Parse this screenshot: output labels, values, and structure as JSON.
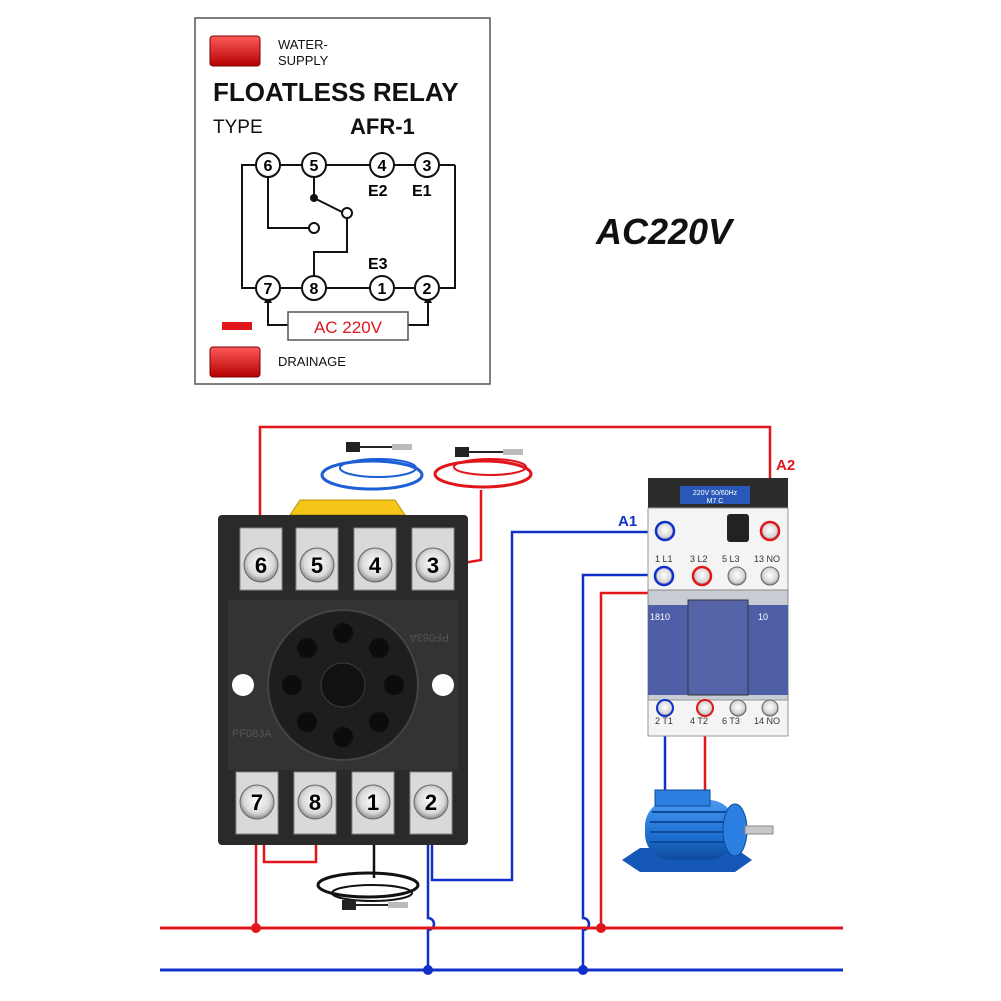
{
  "legend": {
    "water_supply": "WATER-\nSUPPLY",
    "water_supply_line1": "WATER-",
    "water_supply_line2": "SUPPLY",
    "title": "FLOATLESS RELAY",
    "type_label": "TYPE",
    "type_value": "AFR-1",
    "pins_top": [
      "6",
      "5",
      "4",
      "3"
    ],
    "pins_bottom": [
      "7",
      "8",
      "1",
      "2"
    ],
    "electrodes": {
      "e2": "E2",
      "e1": "E1",
      "e3": "E3"
    },
    "supply_box": "AC 220V",
    "drainage": "DRAINAGE"
  },
  "voltage_title": "AC220V",
  "relay_base": {
    "top_terminals": [
      "6",
      "5",
      "4",
      "3"
    ],
    "bottom_terminals": [
      "7",
      "8",
      "1",
      "2"
    ],
    "model_text": "PF083A"
  },
  "contactor": {
    "label_a1": "A1",
    "label_a2": "A2",
    "nameplate_line1": "220V 50/60Hz",
    "nameplate_line2": "M7      C",
    "top_terminals": [
      "1 L1",
      "3 L2",
      "5 L3",
      "13 NO"
    ],
    "bottom_terminals": [
      "2 T1",
      "4 T2",
      "6 T3",
      "14 NO"
    ],
    "model": "1810",
    "aux": "10"
  },
  "colors": {
    "red_wire": "#e0161b",
    "blue_wire": "#1030c8",
    "relay_body": "#2a2a2a",
    "probe_blue": "#1b5ed8",
    "probe_red": "#e0161b",
    "motor_blue": "#1d6fd1"
  }
}
